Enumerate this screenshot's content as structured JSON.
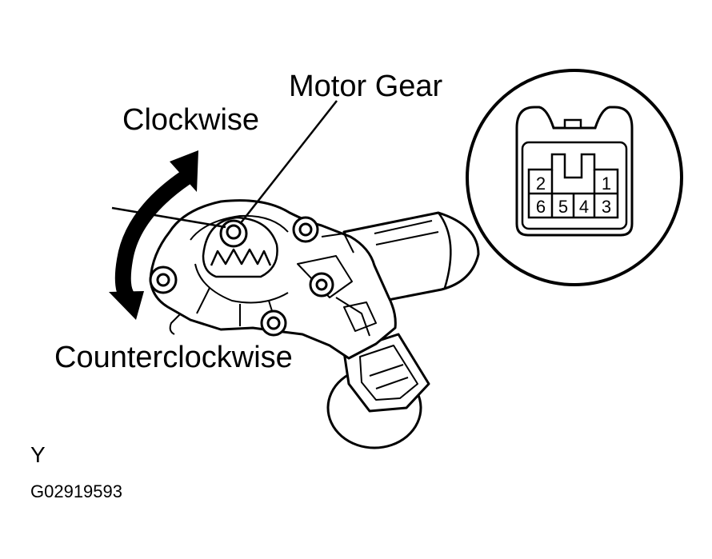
{
  "labels": {
    "motor_gear": "Motor Gear",
    "clockwise": "Clockwise",
    "counterclockwise": "Counterclockwise",
    "view_letter": "Y",
    "figure_code": "G02919593"
  },
  "connector": {
    "pins_top": [
      "2",
      "1"
    ],
    "pins_bottom": [
      "6",
      "5",
      "4",
      "3"
    ]
  }
}
